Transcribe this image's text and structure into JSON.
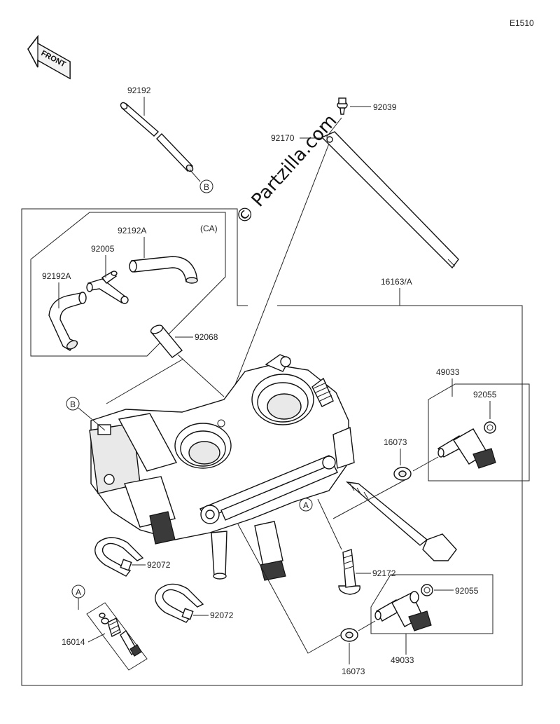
{
  "diagram_code": "E1510",
  "front_label": "FRONT",
  "watermark": "© Partzilla.com",
  "group_callout": "16163/A",
  "subgroup_label": "(CA)",
  "parts": {
    "p92192_top": "92192",
    "p92039": "92039",
    "p92170": "92170",
    "p92192a_right": "92192A",
    "p92005": "92005",
    "p92192a_left": "92192A",
    "p92068": "92068",
    "p49033_top": "49033",
    "p92055_top": "92055",
    "p16073_right": "16073",
    "p92072_left": "92072",
    "p92172": "92172",
    "p92055_bottom": "92055",
    "p92072_bottom": "92072",
    "p16014": "16014",
    "p16073_bottom": "16073",
    "p49033_bottom": "49033"
  },
  "refs": {
    "b_top": "B",
    "b_left": "B",
    "a_center": "A",
    "a_left": "A"
  }
}
